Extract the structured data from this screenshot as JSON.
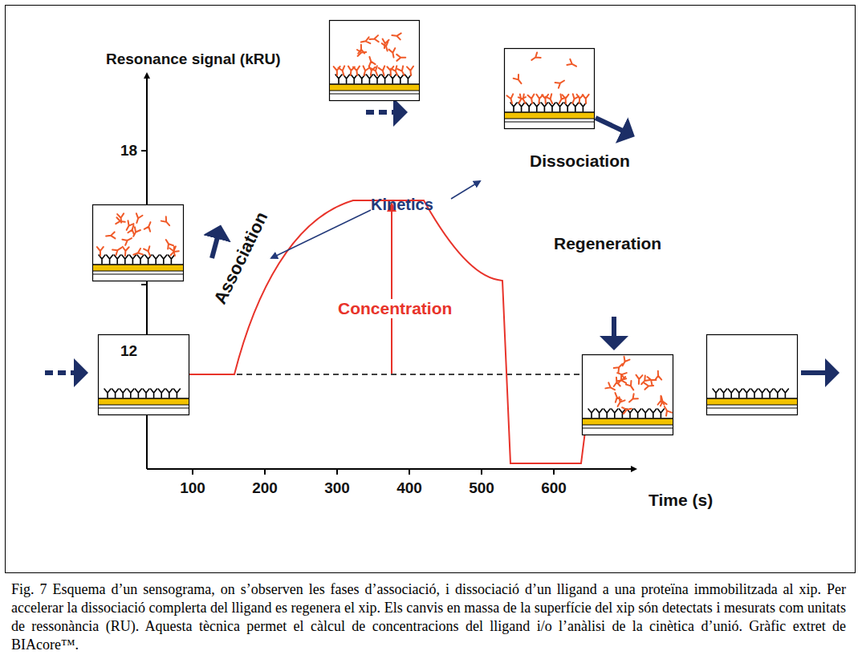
{
  "diagram": {
    "caption": "Fig. 7 Esquema d’un sensograma, on s’observen les fases d’associació, i dissociació d’un lligand a una proteïna immobilitzada al xip. Per accelerar la dissociació complerta del lligand es regenera el xip. Els canvis en massa de la superfície del xip són detectats i mesurats com unitats de ressonància (RU). Aquesta tècnica permet el càlcul de concentracions del lligand i/o l’anàlisi de la cinètica d’unió. Gràfic extret de BIAcore™.",
    "labels": [
      "Resonance signal (kRU)",
      "18",
      "12",
      "Association",
      "Kinetics",
      "Concentration",
      "Dissociation",
      "Regeneration",
      "100",
      "200",
      "300",
      "400",
      "500",
      "600",
      "Time (s)"
    ]
  }
}
